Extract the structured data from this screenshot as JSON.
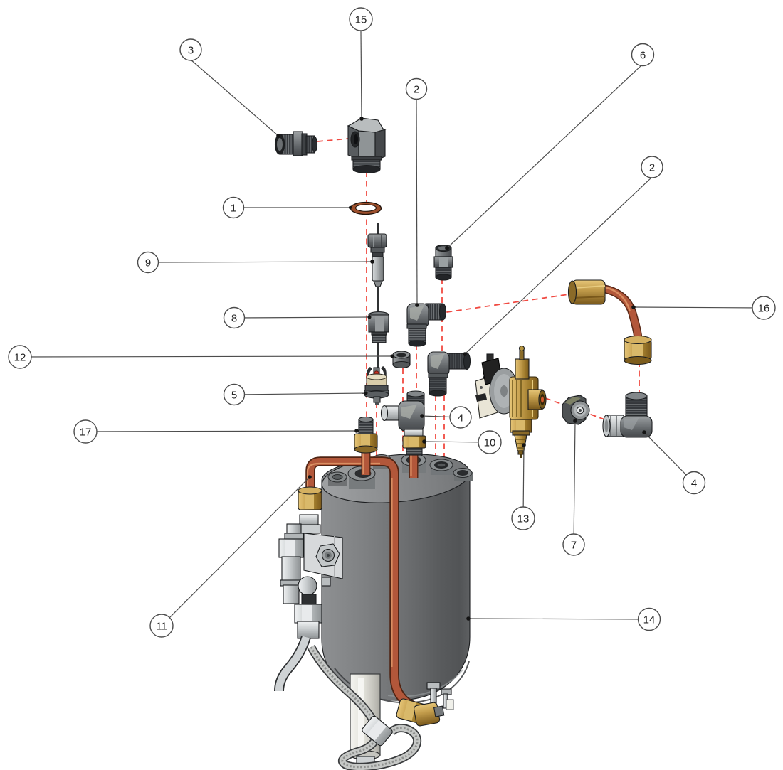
{
  "diagram": {
    "type": "exploded-parts-diagram",
    "subject": "Boiler assembly exploded view with numbered part callouts",
    "background_color": "#ffffff",
    "callout_count": 19,
    "distinct_part_numbers": 17
  },
  "colors": {
    "alignment_dash": "#f04a42",
    "leader_line": "#4c4c4c",
    "callout_stroke": "#4b4b4b",
    "callout_fill": "#ffffff",
    "copper_pipe": "#b2573a",
    "brass": "#c8a251",
    "steel_fitting": "#5a5e61",
    "boiler_grey": "#6e7072",
    "chrome": "#ccd0d2",
    "oring_copper": "#9c4f2c"
  },
  "callouts": {
    "c1": {
      "label": "1"
    },
    "c2a": {
      "label": "2"
    },
    "c2b": {
      "label": "2"
    },
    "c3": {
      "label": "3"
    },
    "c4a": {
      "label": "4"
    },
    "c4b": {
      "label": "4"
    },
    "c5": {
      "label": "5"
    },
    "c6": {
      "label": "6"
    },
    "c7": {
      "label": "7"
    },
    "c8": {
      "label": "8"
    },
    "c9": {
      "label": "9"
    },
    "c10": {
      "label": "10"
    },
    "c11": {
      "label": "11"
    },
    "c12": {
      "label": "12"
    },
    "c13": {
      "label": "13"
    },
    "c14": {
      "label": "14"
    },
    "c15": {
      "label": "15"
    },
    "c16": {
      "label": "16"
    },
    "c17": {
      "label": "17"
    }
  }
}
